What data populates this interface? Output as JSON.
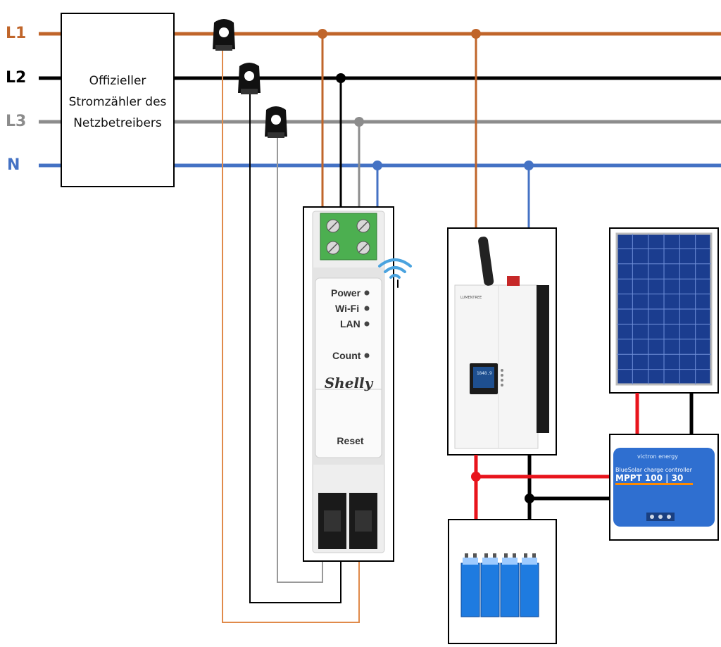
{
  "phases": {
    "l1": {
      "label": "L1",
      "color": "#c0652a"
    },
    "l2": {
      "label": "L2",
      "color": "#000000"
    },
    "l3": {
      "label": "L3",
      "color": "#8c8c8c"
    },
    "n": {
      "label": "N",
      "color": "#4472c4"
    }
  },
  "meter": {
    "text": "Offizieller Stromzähler des Netzbetreibers"
  },
  "shelly": {
    "leds": [
      "Power",
      "Wi-Fi",
      "LAN",
      "Count"
    ],
    "brand": "Shelly",
    "reset": "Reset"
  },
  "inverter": {
    "brand": "LUMENTREE",
    "display": "1848.9"
  },
  "charge_controller": {
    "brand": "victron energy",
    "subtitle": "BlueSolar charge controller",
    "model": "MPPT 100 | 30"
  },
  "colors": {
    "dc_positive": "#e8141c",
    "dc_negative": "#000000",
    "wifi": "#4aa3df",
    "terminal_green": "#4caf50"
  },
  "icons": [
    "current-clamp-icon",
    "wifi-icon",
    "solar-panel-icon",
    "battery-icon"
  ]
}
